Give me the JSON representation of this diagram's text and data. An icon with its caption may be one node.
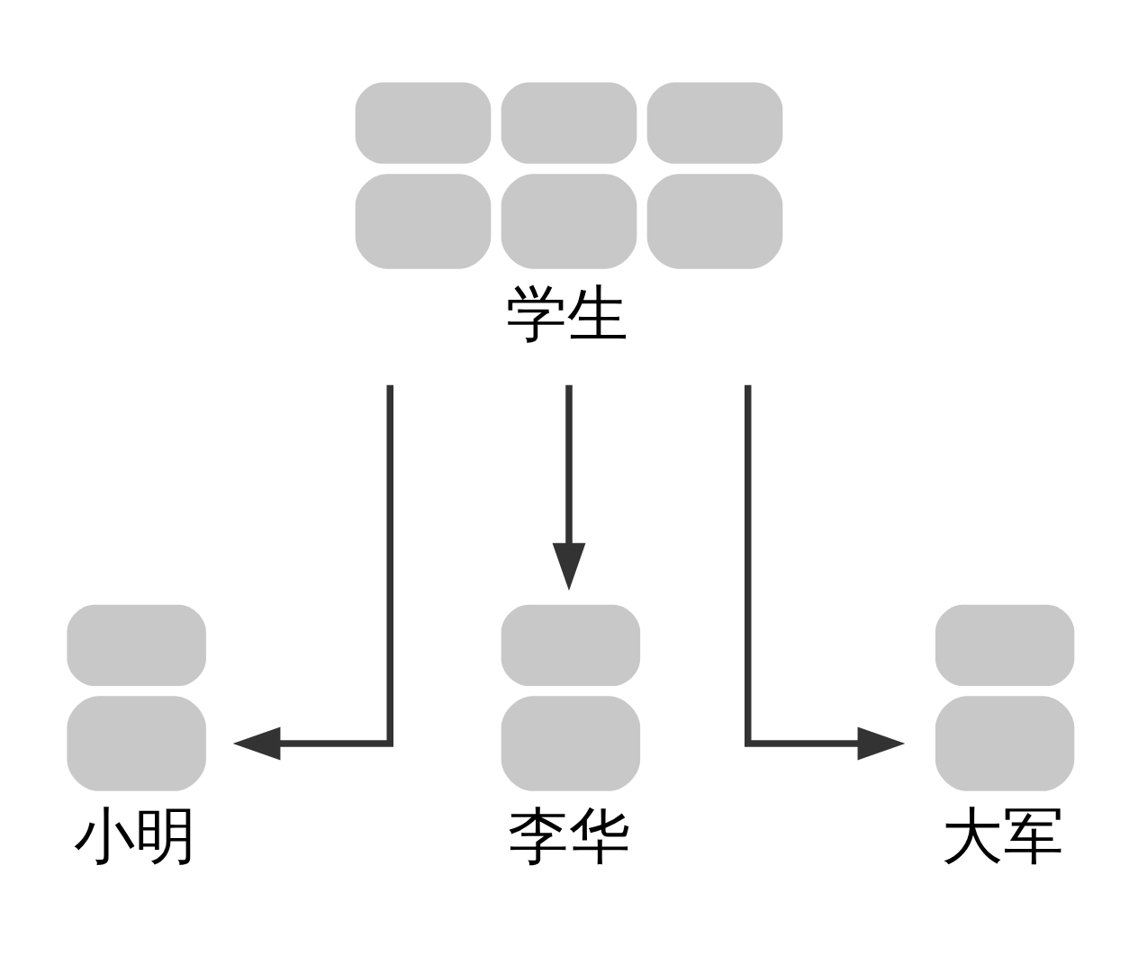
{
  "diagram": {
    "nodes": [
      {
        "text": [
          "学生"
        ]
      },
      {
        "text": [
          "小明"
        ]
      },
      {
        "text": [
          "李华"
        ]
      },
      {
        "text": [
          "大军"
        ]
      }
    ],
    "edges": [
      {
        "from": 0,
        "to": 1,
        "arrow": "to"
      },
      {
        "from": 0,
        "to": 2,
        "arrow": "to"
      },
      {
        "from": 0,
        "to": 3,
        "arrow": "to"
      }
    ]
  }
}
